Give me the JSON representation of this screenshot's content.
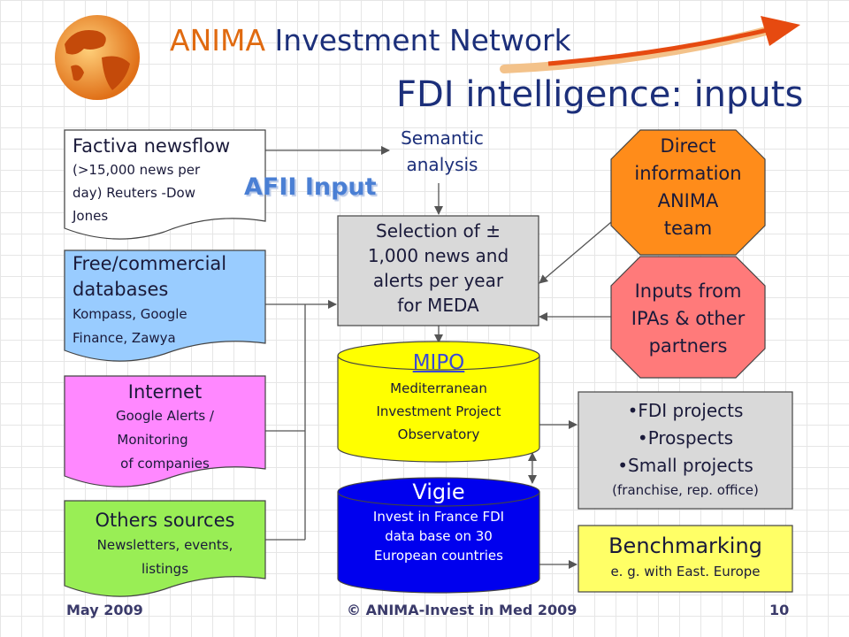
{
  "header": {
    "logo_anima": "ANIMA",
    "logo_rest": "Investment Network",
    "title": "FDI intelligence: inputs"
  },
  "afii_label": "AFII Input",
  "semantic": {
    "line1": "Semantic",
    "line2": "analysis"
  },
  "sources": {
    "factiva": {
      "title": "Factiva newsflow",
      "lines": [
        "(>15,000 news per",
        "day) Reuters -Dow",
        "Jones"
      ]
    },
    "databases": {
      "title1": "Free/commercial",
      "title2": "databases",
      "lines": [
        "Kompass, Google",
        "Finance, Zawya"
      ]
    },
    "internet": {
      "title": "Internet",
      "lines": [
        "Google Alerts /",
        "Monitoring",
        "of companies"
      ]
    },
    "others": {
      "title": "Others sources",
      "lines": [
        "Newsletters,  events,",
        "listings"
      ]
    }
  },
  "selection": {
    "lines": [
      "Selection of ±",
      "1,000 news and",
      "alerts per year",
      "for MEDA"
    ]
  },
  "direct": {
    "lines": [
      "Direct",
      "information",
      "ANIMA",
      "team"
    ]
  },
  "ipas": {
    "lines": [
      "Inputs from",
      "IPAs & other",
      "partners"
    ]
  },
  "mipo": {
    "title": "MIPO",
    "lines": [
      "Mediterranean",
      "Investment Project",
      "Observatory"
    ]
  },
  "vigie": {
    "title": "Vigie",
    "lines": [
      "Invest in France FDI",
      "data base on 30",
      "European countries"
    ]
  },
  "outputs": {
    "items": [
      "FDI projects",
      "Prospects",
      "Small projects"
    ],
    "note": "(franchise, rep. office)"
  },
  "benchmark": {
    "title": "Benchmarking",
    "sub": "e. g. with East. Europe"
  },
  "footer": {
    "date": "May 2009",
    "copyright": "©  ANIMA-Invest in Med 2009",
    "page": "10"
  },
  "colors": {
    "databases": "#99ccff",
    "internet": "#ff88ff",
    "others": "#99ee55",
    "selection": "#d9d9d9",
    "direct": "#ff8c1a",
    "ipas": "#ff7a7a",
    "mipo": "#ffff00",
    "vigie": "#0000ee",
    "outputs": "#d9d9d9",
    "benchmark": "#ffff66"
  }
}
